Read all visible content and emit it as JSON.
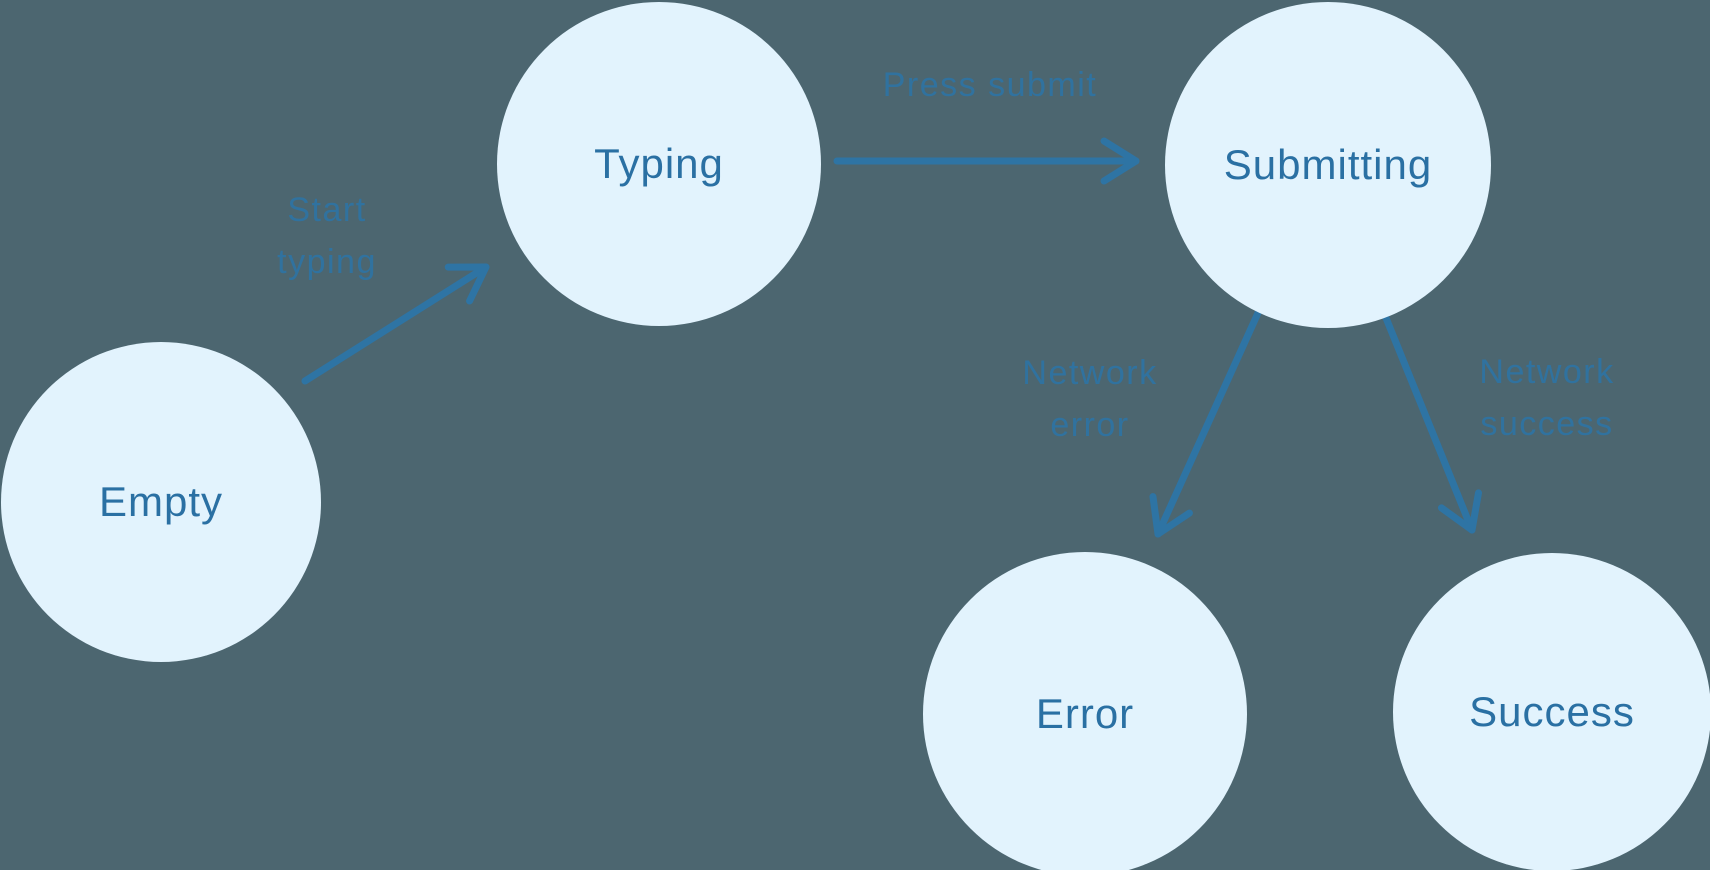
{
  "diagram": {
    "colors": {
      "background": "#4C6670",
      "node_fill": "#E2F3FD",
      "node_text": "#2A70A3",
      "arrow": "#2E74A4"
    },
    "nodes": [
      {
        "id": "empty",
        "label": "Empty"
      },
      {
        "id": "typing",
        "label": "Typing"
      },
      {
        "id": "submitting",
        "label": "Submitting"
      },
      {
        "id": "error",
        "label": "Error"
      },
      {
        "id": "success",
        "label": "Success"
      }
    ],
    "edges": [
      {
        "from": "empty",
        "to": "typing",
        "label_lines": [
          "Start",
          "typing"
        ]
      },
      {
        "from": "typing",
        "to": "submitting",
        "label_lines": [
          "Press submit"
        ]
      },
      {
        "from": "submitting",
        "to": "error",
        "label_lines": [
          "Network",
          "error"
        ]
      },
      {
        "from": "submitting",
        "to": "success",
        "label_lines": [
          "Network",
          "success"
        ]
      }
    ]
  }
}
